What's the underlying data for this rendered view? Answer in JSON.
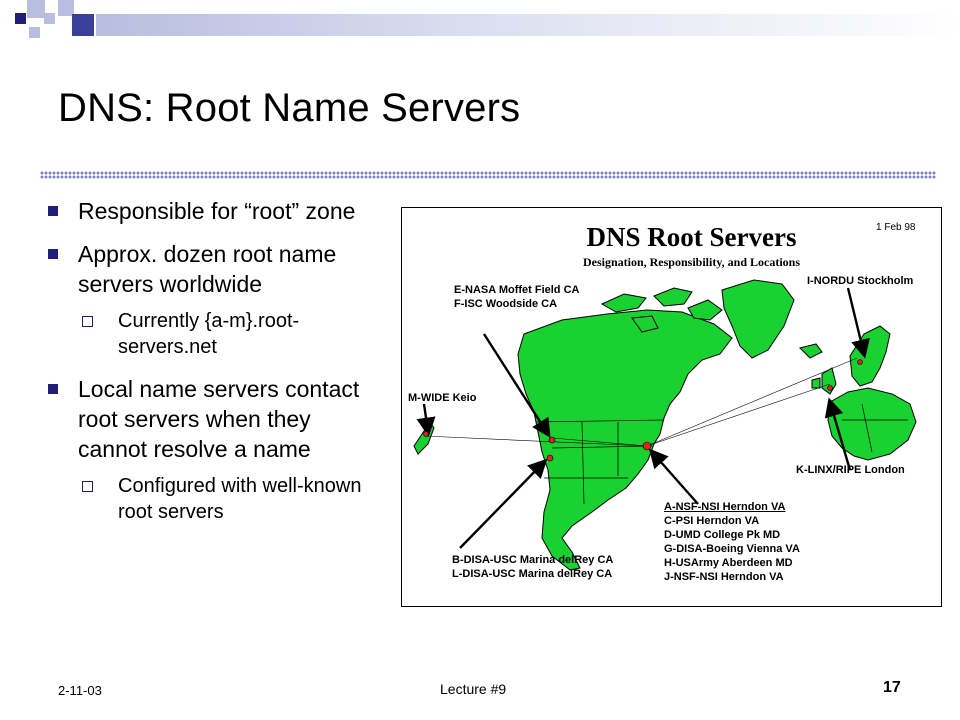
{
  "slide": {
    "title": "DNS: Root Name Servers",
    "bullets": [
      {
        "level": 1,
        "text": "Responsible for “root” zone"
      },
      {
        "level": 1,
        "text": "Approx. dozen root name servers worldwide"
      },
      {
        "level": 2,
        "text": "Currently {a-m}.root-servers.net"
      },
      {
        "level": 1,
        "text": "Local name servers contact root servers when they cannot resolve a name"
      },
      {
        "level": 2,
        "text": "Configured with well-known root servers"
      }
    ],
    "footer": {
      "date": "2-11-03",
      "center": "Lecture #9",
      "page": "17"
    }
  },
  "map": {
    "title": "DNS Root Servers",
    "subtitle": "Designation, Responsibility, and Locations",
    "date": "1 Feb 98",
    "labels": {
      "nasa": [
        "E-NASA Moffet Field CA",
        "F-ISC Woodside CA"
      ],
      "nordu": [
        "I-NORDU Stockholm"
      ],
      "wide": [
        "M-WIDE Keio"
      ],
      "linx": [
        "K-LINX/RIPE London"
      ],
      "herndon": [
        "A-NSF-NSI Herndon VA",
        "C-PSI Herndon VA",
        "D-UMD College Pk MD",
        "G-DISA-Boeing Vienna VA",
        "H-USArmy Aberdeen MD",
        "J-NSF-NSI Herndon VA"
      ],
      "disa": [
        "B-DISA-USC Marina delRey CA",
        "L-DISA-USC Marina delRey CA"
      ]
    }
  },
  "colors": {
    "accent_dark": "#1f1f7a",
    "accent_light": "#b9bde0",
    "land": "#19d131",
    "marker": "#e02020"
  }
}
